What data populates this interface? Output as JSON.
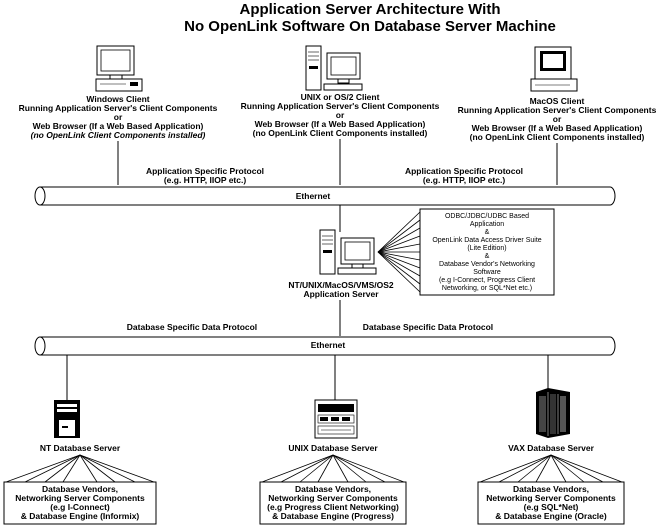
{
  "title_line1": "Application Server Architecture With",
  "title_line2": "No OpenLink Software On Database Server Machine",
  "clients": [
    {
      "icon": "windows-pc-icon",
      "lines": [
        {
          "text": "Windows Client",
          "style": "normal"
        },
        {
          "text": "Running Application Server's Client Components",
          "style": "normal"
        },
        {
          "text": "or",
          "style": "normal"
        },
        {
          "text": "Web Browser (If a Web Based Application)",
          "style": "normal"
        },
        {
          "text": "(no OpenLink Client Components installed)",
          "style": "italic"
        }
      ]
    },
    {
      "icon": "unix-workstation-icon",
      "lines": [
        {
          "text": "UNIX or OS/2 Client",
          "style": "normal"
        },
        {
          "text": "Running Application Server's Client Components",
          "style": "normal"
        },
        {
          "text": "or",
          "style": "normal"
        },
        {
          "text": "Web Browser (If a Web Based Application)",
          "style": "normal"
        },
        {
          "text": "(no OpenLink Client Components installed)",
          "style": "normal"
        }
      ]
    },
    {
      "icon": "mac-computer-icon",
      "lines": [
        {
          "text": "MacOS Client",
          "style": "normal"
        },
        {
          "text": "Running Application Server's Client Components",
          "style": "normal"
        },
        {
          "text": "or",
          "style": "normal"
        },
        {
          "text": "Web Browser (If a Web Based Application)",
          "style": "normal"
        },
        {
          "text": "(no OpenLink Client Components installed)",
          "style": "normal"
        }
      ]
    }
  ],
  "app_protocol": {
    "left_line1": "Application Specific Protocol",
    "left_line2": "(e.g. HTTP, IIOP etc.)",
    "right_line1": "Application Specific Protocol",
    "right_line2": "(e.g. HTTP, IIOP etc.)"
  },
  "ethernet_top_label": "Ethernet",
  "app_server": {
    "icon": "application-server-icon",
    "label_line1": "NT/UNIX/MacOS/VMS/OS2",
    "label_line2": "Application Server"
  },
  "middleware_box": [
    "ODBC/JDBC/UDBC Based",
    "Application",
    "&",
    "OpenLink Data Access Driver Suite",
    "(Lite Edition)",
    "&",
    "Database Vendor's  Networking",
    "Software",
    "(e.g I-Connect, Progress Client",
    "Networking, or SQL*Net etc.)"
  ],
  "db_protocol": {
    "left": "Database Specific Data Protocol",
    "right": "Database Specific Data Protocol"
  },
  "ethernet_bottom_label": "Ethernet",
  "db_servers": [
    {
      "icon": "nt-server-tower-icon",
      "label": "NT Database Server",
      "box_lines": [
        "Database Vendors,",
        "Networking Server Components",
        "(e.g I-Connect)",
        "& Database Engine (Informix)"
      ]
    },
    {
      "icon": "unix-server-icon",
      "label": "UNIX Database Server",
      "box_lines": [
        "Database Vendors,",
        "Networking Server Components",
        "(e.g Progress Client Networking)",
        "& Database Engine (Progress)"
      ]
    },
    {
      "icon": "vax-server-icon",
      "label": "VAX Database Server",
      "box_lines": [
        "Database Vendors,",
        "Networking Server Components",
        "(e.g SQL*Net)",
        "& Database Engine (Oracle)"
      ]
    }
  ]
}
